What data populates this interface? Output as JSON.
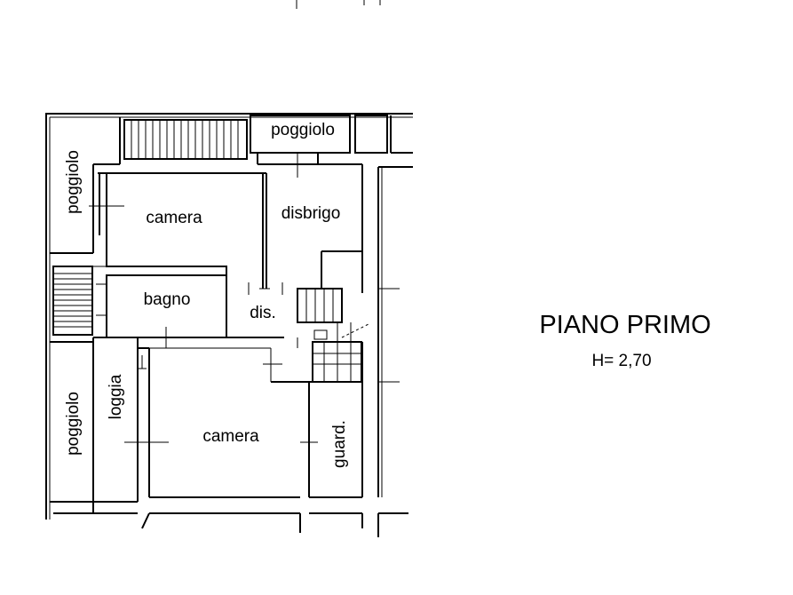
{
  "title": "PIANO PRIMO",
  "height_note": "H= 2,70",
  "rooms": {
    "balcony_top": "poggiolo",
    "balcony_left_top": "poggiolo",
    "bedroom_top": "camera",
    "hallway": "disbrigo",
    "bathroom": "bagno",
    "dis": "dis.",
    "loggia": "loggia",
    "balcony_left_bottom": "poggiolo",
    "bedroom_bottom": "camera",
    "wardrobe": "guard."
  }
}
